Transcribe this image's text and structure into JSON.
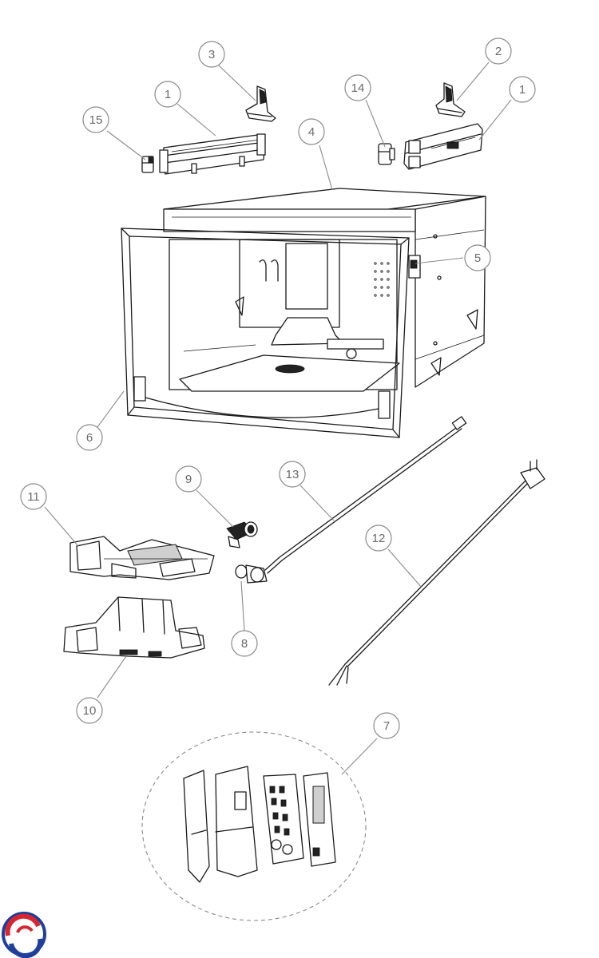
{
  "diagram": {
    "callouts": [
      {
        "id": "c1a",
        "label": "1"
      },
      {
        "id": "c1b",
        "label": "1"
      },
      {
        "id": "c2",
        "label": "2"
      },
      {
        "id": "c3",
        "label": "3"
      },
      {
        "id": "c4",
        "label": "4"
      },
      {
        "id": "c5",
        "label": "5"
      },
      {
        "id": "c6",
        "label": "6"
      },
      {
        "id": "c7",
        "label": "7"
      },
      {
        "id": "c8",
        "label": "8"
      },
      {
        "id": "c9",
        "label": "9"
      },
      {
        "id": "c10",
        "label": "10"
      },
      {
        "id": "c11",
        "label": "11"
      },
      {
        "id": "c12",
        "label": "12"
      },
      {
        "id": "c13",
        "label": "13"
      },
      {
        "id": "c14",
        "label": "14"
      },
      {
        "id": "c15",
        "label": "15"
      }
    ],
    "logo": {
      "name": "brand-logo",
      "colors": [
        "#d7262f",
        "#1f3f9a"
      ]
    }
  }
}
